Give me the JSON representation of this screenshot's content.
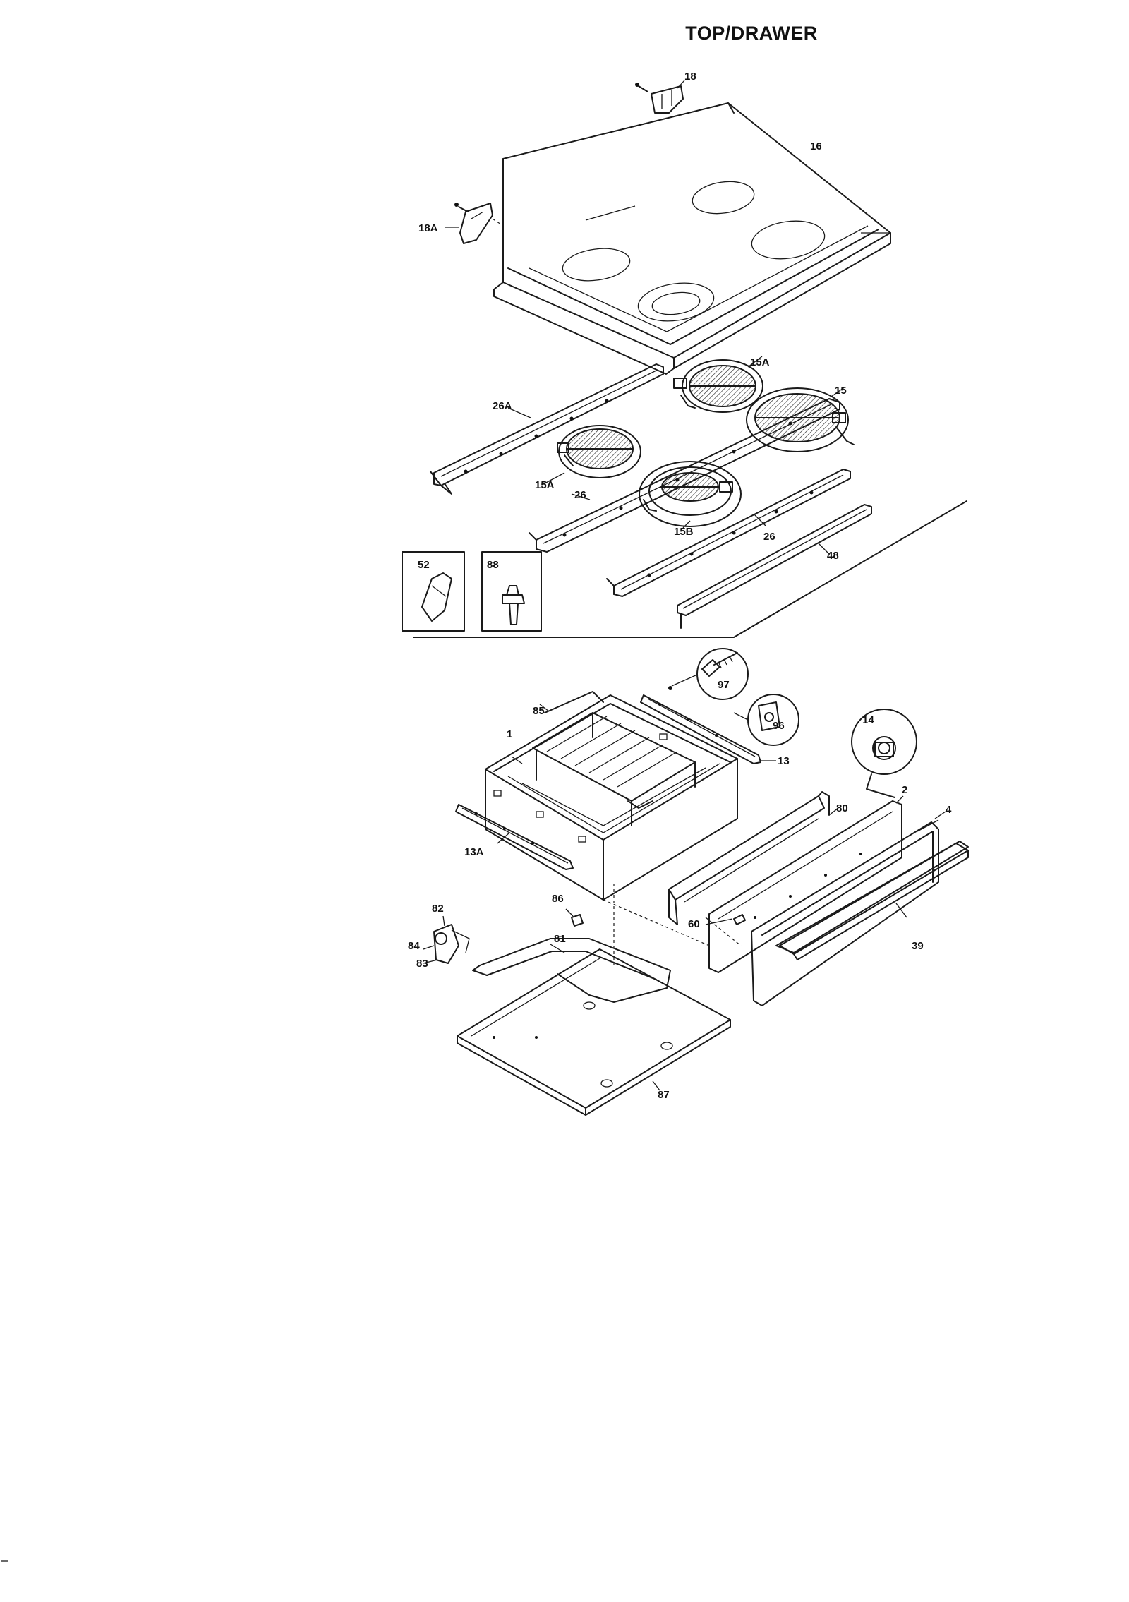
{
  "title": "TOP/DRAWER",
  "labels": {
    "p18": "18",
    "p16": "16",
    "p18A": "18A",
    "p15A_top": "15A",
    "p15": "15",
    "p26A": "26A",
    "p15A_left": "15A",
    "p26_left": "26",
    "p15B": "15B",
    "p26_right": "26",
    "p48": "48",
    "p52": "52",
    "p88": "88",
    "p97": "97",
    "p96": "96",
    "p85": "85",
    "p1": "1",
    "p13": "13",
    "p14": "14",
    "p2": "2",
    "p80": "80",
    "p4": "4",
    "p13A": "13A",
    "p86": "86",
    "p82": "82",
    "p84": "84",
    "p83": "83",
    "p81": "81",
    "p60": "60",
    "p39": "39",
    "p87": "87"
  }
}
